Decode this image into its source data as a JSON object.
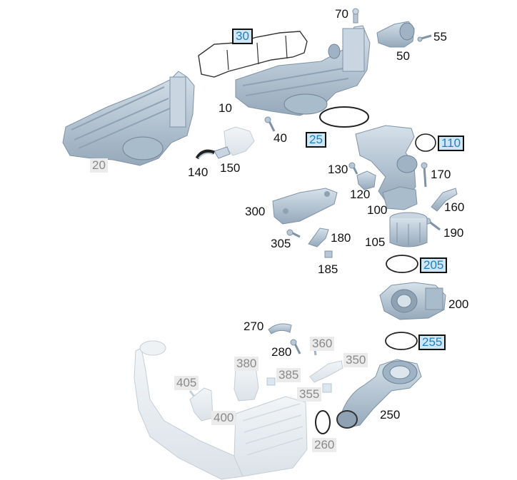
{
  "diagram": {
    "callouts": [
      {
        "id": "c20",
        "text": "20",
        "style": "grey"
      },
      {
        "id": "c30",
        "text": "30",
        "style": "boxed"
      },
      {
        "id": "c10",
        "text": "10",
        "style": "plain"
      },
      {
        "id": "c70",
        "text": "70",
        "style": "plain"
      },
      {
        "id": "c55",
        "text": "55",
        "style": "plain"
      },
      {
        "id": "c50",
        "text": "50",
        "style": "plain"
      },
      {
        "id": "c40",
        "text": "40",
        "style": "plain"
      },
      {
        "id": "c25",
        "text": "25",
        "style": "boxed"
      },
      {
        "id": "c110",
        "text": "110",
        "style": "boxed"
      },
      {
        "id": "c140",
        "text": "140",
        "style": "plain"
      },
      {
        "id": "c150",
        "text": "150",
        "style": "plain"
      },
      {
        "id": "c130",
        "text": "130",
        "style": "plain"
      },
      {
        "id": "c170",
        "text": "170",
        "style": "plain"
      },
      {
        "id": "c120",
        "text": "120",
        "style": "plain"
      },
      {
        "id": "c160",
        "text": "160",
        "style": "plain"
      },
      {
        "id": "c300",
        "text": "300",
        "style": "plain"
      },
      {
        "id": "c100",
        "text": "100",
        "style": "plain"
      },
      {
        "id": "c190",
        "text": "190",
        "style": "plain"
      },
      {
        "id": "c305",
        "text": "305",
        "style": "plain"
      },
      {
        "id": "c180",
        "text": "180",
        "style": "plain"
      },
      {
        "id": "c105",
        "text": "105",
        "style": "plain"
      },
      {
        "id": "c185",
        "text": "185",
        "style": "plain"
      },
      {
        "id": "c205",
        "text": "205",
        "style": "boxed"
      },
      {
        "id": "c200",
        "text": "200",
        "style": "plain"
      },
      {
        "id": "c270",
        "text": "270",
        "style": "plain"
      },
      {
        "id": "c360",
        "text": "360",
        "style": "grey"
      },
      {
        "id": "c280",
        "text": "280",
        "style": "plain"
      },
      {
        "id": "c255",
        "text": "255",
        "style": "boxed"
      },
      {
        "id": "c380",
        "text": "380",
        "style": "grey"
      },
      {
        "id": "c350",
        "text": "350",
        "style": "grey"
      },
      {
        "id": "c385",
        "text": "385",
        "style": "grey"
      },
      {
        "id": "c405",
        "text": "405",
        "style": "grey"
      },
      {
        "id": "c355",
        "text": "355",
        "style": "grey"
      },
      {
        "id": "c250",
        "text": "250",
        "style": "plain"
      },
      {
        "id": "c400",
        "text": "400",
        "style": "grey"
      },
      {
        "id": "c260",
        "text": "260",
        "style": "grey"
      }
    ],
    "colors": {
      "part_fill": "#b7c7d6",
      "part_dark": "#7f93a6",
      "part_light": "#dde6ee",
      "ghost_fill": "#e9eef2",
      "ghost_line": "#c4ced6",
      "ring_line": "#222222",
      "box_fill": "#cfe6f5",
      "box_text": "#1f7fc1"
    }
  }
}
